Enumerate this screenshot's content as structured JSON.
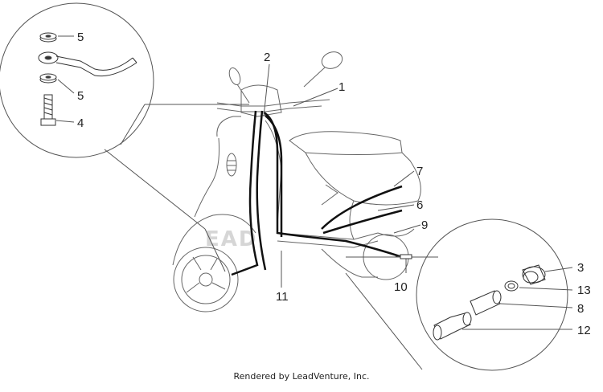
{
  "callouts": {
    "c1": "1",
    "c2": "2",
    "c3": "3",
    "c4": "4",
    "c5a": "5",
    "c5b": "5",
    "c6": "6",
    "c7": "7",
    "c8": "8",
    "c9": "9",
    "c10": "10",
    "c11": "11",
    "c12": "12",
    "c13": "13"
  },
  "footer": "Rendered by LeadVenture, Inc.",
  "watermark": "EAD"
}
